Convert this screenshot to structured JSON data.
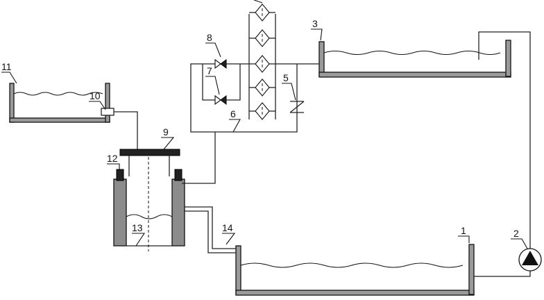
{
  "labels": {
    "tank_main": "1",
    "pump": "2",
    "tank_upper": "3",
    "valve_check": "5",
    "pipe_bypass": "6",
    "valve_lower": "7",
    "valve_upper": "8",
    "plate": "9",
    "nozzle": "10",
    "tank_left": "11",
    "electrode": "12",
    "bath": "13",
    "drain": "14"
  }
}
